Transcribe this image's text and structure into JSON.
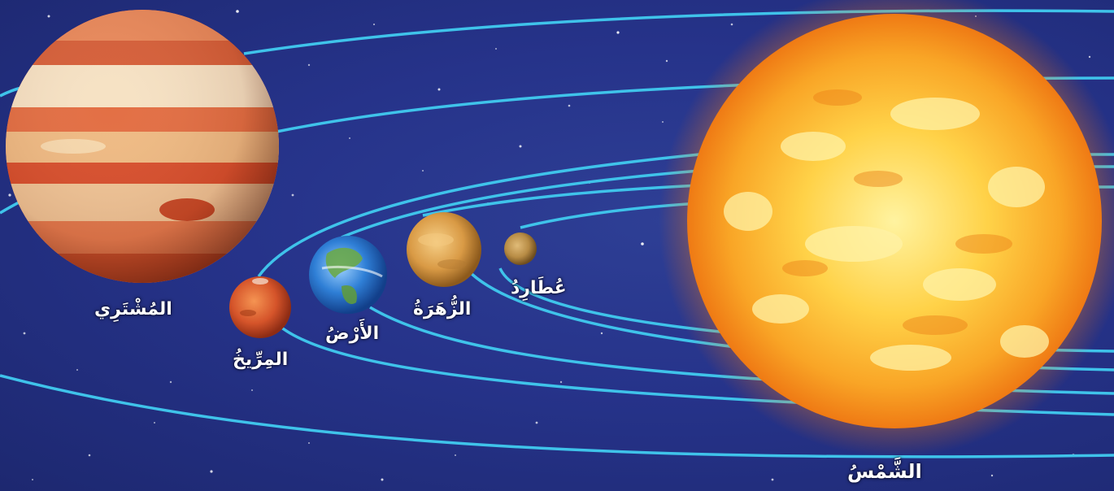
{
  "scene": {
    "colors": {
      "space": "#26338a",
      "orbit": "#3fc3ea",
      "sun_core": "#ffe36a",
      "sun_edge": "#f07a12",
      "jupiter_band_light": "#f6e2c4",
      "jupiter_band_dark": "#d8502e",
      "earth_ocean": "#2f7fd6",
      "earth_land": "#6aa84a",
      "mars": "#d5542a",
      "venus": "#d99a45",
      "mercury": "#b88c45"
    },
    "labels": {
      "sun": "الشَّمْسُ",
      "mercury": "عُطَارِدُ",
      "venus": "الزُّهَرَةُ",
      "earth": "الأَرْضُ",
      "mars": "المِرِّيخُ",
      "jupiter": "المُشْتَرِي"
    }
  }
}
